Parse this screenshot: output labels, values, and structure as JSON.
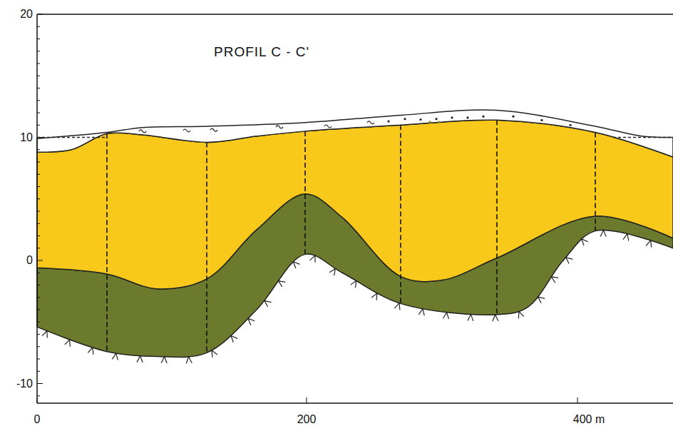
{
  "diagram": {
    "title": "PROFIL C - C'",
    "labels": [
      "20",
      "10",
      "0",
      "-10",
      "0",
      "200",
      "400 m"
    ]
  }
}
